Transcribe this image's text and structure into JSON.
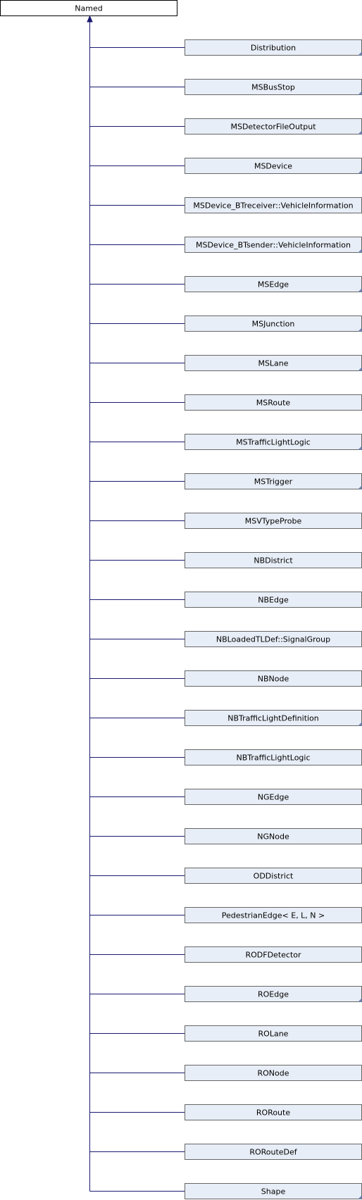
{
  "diagram": {
    "root": "Named",
    "children": [
      {
        "label": "Distribution",
        "has_more": true
      },
      {
        "label": "MSBusStop",
        "has_more": true
      },
      {
        "label": "MSDetectorFileOutput",
        "has_more": true
      },
      {
        "label": "MSDevice",
        "has_more": true
      },
      {
        "label": "MSDevice_BTreceiver::VehicleInformation",
        "has_more": false
      },
      {
        "label": "MSDevice_BTsender::VehicleInformation",
        "has_more": true
      },
      {
        "label": "MSEdge",
        "has_more": true
      },
      {
        "label": "MSJunction",
        "has_more": true
      },
      {
        "label": "MSLane",
        "has_more": true
      },
      {
        "label": "MSRoute",
        "has_more": false
      },
      {
        "label": "MSTrafficLightLogic",
        "has_more": true
      },
      {
        "label": "MSTrigger",
        "has_more": true
      },
      {
        "label": "MSVTypeProbe",
        "has_more": false
      },
      {
        "label": "NBDistrict",
        "has_more": false
      },
      {
        "label": "NBEdge",
        "has_more": false
      },
      {
        "label": "NBLoadedTLDef::SignalGroup",
        "has_more": false
      },
      {
        "label": "NBNode",
        "has_more": false
      },
      {
        "label": "NBTrafficLightDefinition",
        "has_more": true
      },
      {
        "label": "NBTrafficLightLogic",
        "has_more": false
      },
      {
        "label": "NGEdge",
        "has_more": false
      },
      {
        "label": "NGNode",
        "has_more": false
      },
      {
        "label": "ODDistrict",
        "has_more": false
      },
      {
        "label": "PedestrianEdge< E, L, N >",
        "has_more": false
      },
      {
        "label": "RODFDetector",
        "has_more": false
      },
      {
        "label": "ROEdge",
        "has_more": true
      },
      {
        "label": "ROLane",
        "has_more": false
      },
      {
        "label": "RONode",
        "has_more": false
      },
      {
        "label": "RORoute",
        "has_more": false
      },
      {
        "label": "RORouteDef",
        "has_more": false
      },
      {
        "label": "Shape",
        "has_more": true
      }
    ],
    "colors": {
      "edge": "#191970",
      "node_fill": "#e8eef7",
      "node_border": "#666666",
      "root_fill": "#ffffff",
      "root_border": "#000000",
      "corner_marker": "#6f86b8"
    }
  }
}
